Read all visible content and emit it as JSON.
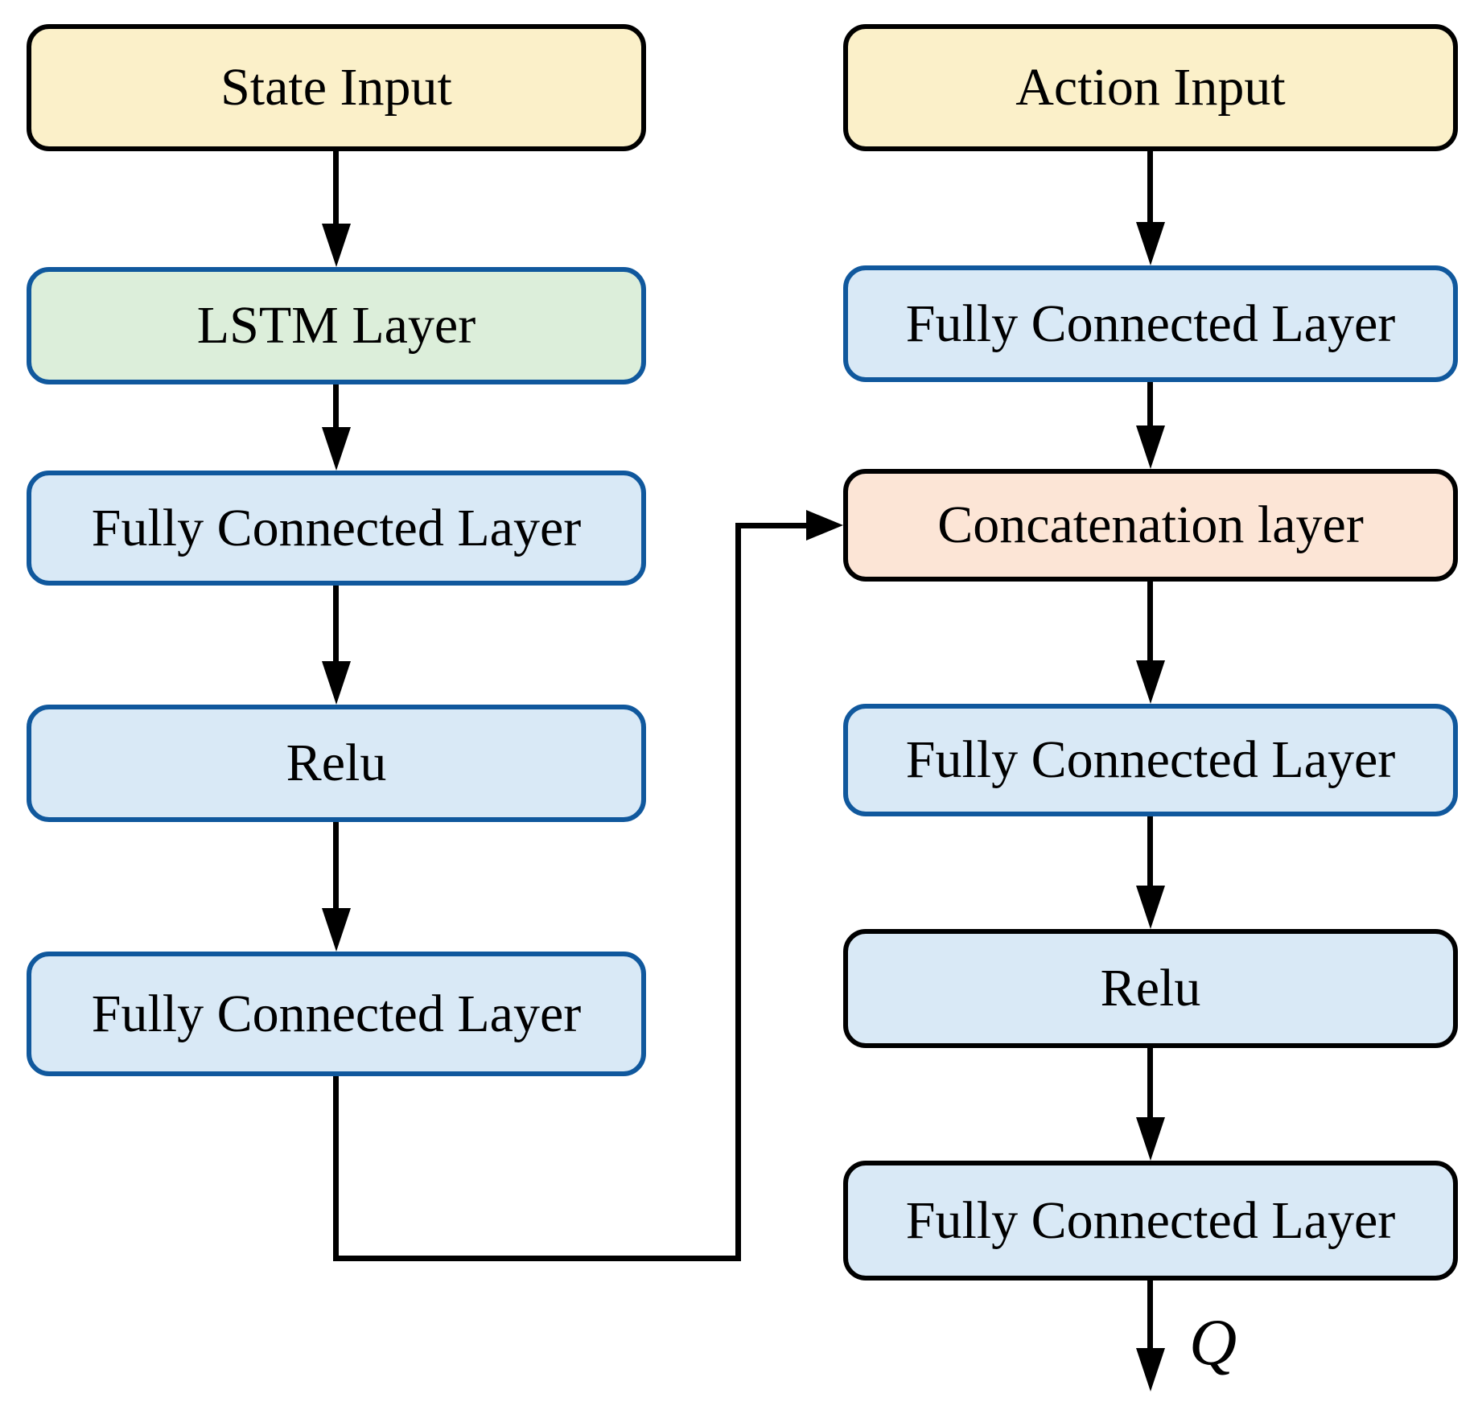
{
  "figure": {
    "description": "Critic network architecture flowchart with two columns merged by a concatenation layer producing Q",
    "columns": {
      "left": {
        "boxes": [
          {
            "label": "State Input"
          },
          {
            "label": "LSTM Layer"
          },
          {
            "label": "Fully Connected Layer"
          },
          {
            "label": "Relu"
          },
          {
            "label": "Fully Connected Layer"
          }
        ]
      },
      "right": {
        "boxes": [
          {
            "label": "Action Input"
          },
          {
            "label": "Fully Connected Layer"
          },
          {
            "label": "Concatenation layer"
          },
          {
            "label": "Fully Connected Layer"
          },
          {
            "label": "Relu"
          },
          {
            "label": "Fully Connected Layer"
          }
        ]
      }
    },
    "output_label": "Q",
    "colors": {
      "input_fill": "#FBF0C9",
      "lstm_fill": "#DCEEDA",
      "fc_fill": "#D9E9F6",
      "concat_fill": "#FCE5D6",
      "blue_border": "#10589D",
      "black_border": "#000000",
      "arrow": "#000000",
      "text": "#000000"
    }
  }
}
